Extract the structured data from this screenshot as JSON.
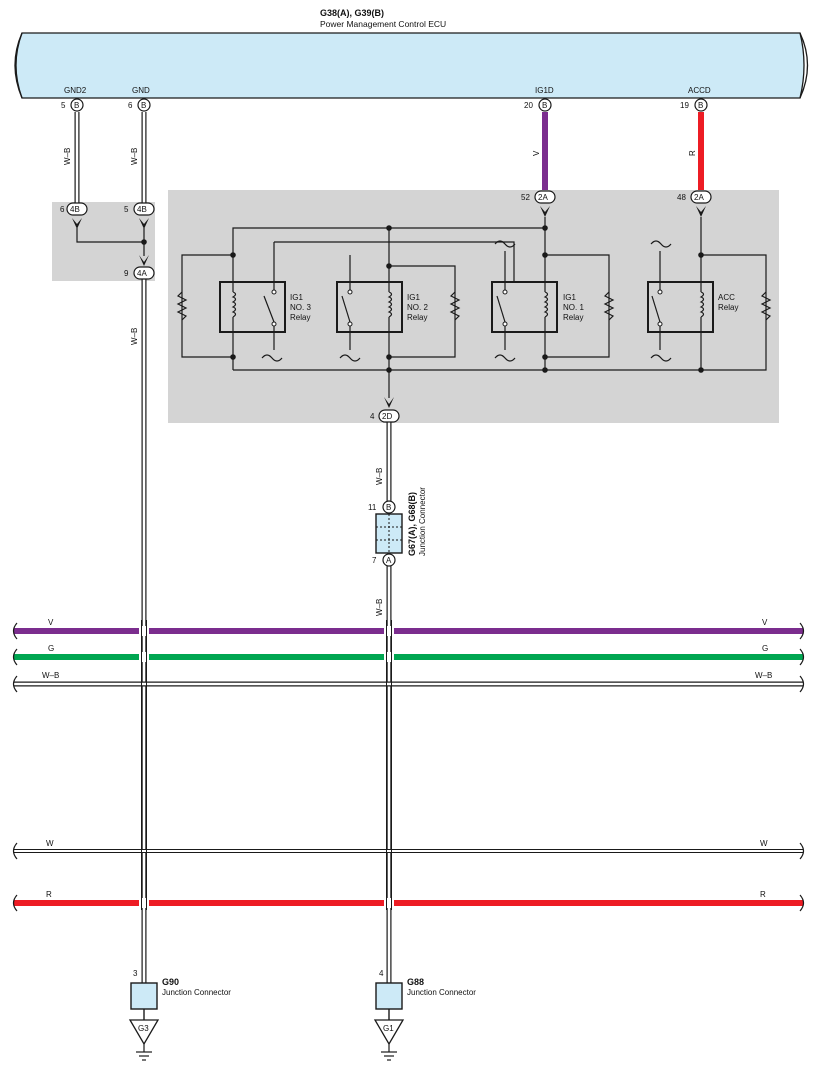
{
  "ecu": {
    "title": "G38(A), G39(B)",
    "subtitle": "Power Management Control ECU",
    "fill": "#cdeaf7"
  },
  "ecu_pins": {
    "gnd2": {
      "name": "GND2",
      "num": "5",
      "conn": "B"
    },
    "gnd": {
      "name": "GND",
      "num": "6",
      "conn": "B"
    },
    "ig1d": {
      "name": "IG1D",
      "num": "20",
      "conn": "B"
    },
    "accd": {
      "name": "ACCD",
      "num": "19",
      "conn": "B"
    }
  },
  "junction_small": {
    "pin_a": {
      "num": "6",
      "conn": "4B"
    },
    "pin_b": {
      "num": "5",
      "conn": "4B"
    },
    "pin_out": {
      "num": "9",
      "conn": "4A"
    }
  },
  "relay_block": {
    "pin_ig": {
      "num": "52",
      "conn": "2A"
    },
    "pin_acc": {
      "num": "48",
      "conn": "2A"
    },
    "pin_out": {
      "num": "4",
      "conn": "2D"
    },
    "fill": "#d4d4d4"
  },
  "relays": [
    {
      "line1": "IG1",
      "line2": "NO. 3",
      "line3": "Relay"
    },
    {
      "line1": "IG1",
      "line2": "NO. 2",
      "line3": "Relay"
    },
    {
      "line1": "IG1",
      "line2": "NO. 1",
      "line3": "Relay"
    },
    {
      "line1": "ACC",
      "line2": "Relay",
      "line3": ""
    }
  ],
  "g67": {
    "title": "G67(A), G68(B)",
    "subtitle": "Junction Connector",
    "top_num": "11",
    "top_conn": "B",
    "bot_num": "7",
    "bot_conn": "A"
  },
  "g90": {
    "title": "G90",
    "subtitle": "Junction Connector",
    "pin": "3",
    "ground": "G3"
  },
  "g88": {
    "title": "G88",
    "subtitle": "Junction Connector",
    "pin": "4",
    "ground": "G1"
  },
  "wire_labels": {
    "gnd2": "W–B",
    "gnd": "W–B",
    "ig1d": "V",
    "accd": "R",
    "gnd_lower": "W–B",
    "relay_out": "W–B",
    "relay_out_lower": "W–B"
  },
  "buses": [
    {
      "label": "V",
      "color": "#7b2d8e"
    },
    {
      "label": "G",
      "color": "#00a651"
    },
    {
      "label": "W–B",
      "color": "#ffffff"
    },
    {
      "label": "W",
      "color": "#ffffff"
    },
    {
      "label": "R",
      "color": "#ed1c24"
    }
  ],
  "colors": {
    "violet": "#7b2d8e",
    "green": "#00a651",
    "red": "#ed1c24",
    "line": "#1a1a1a"
  }
}
